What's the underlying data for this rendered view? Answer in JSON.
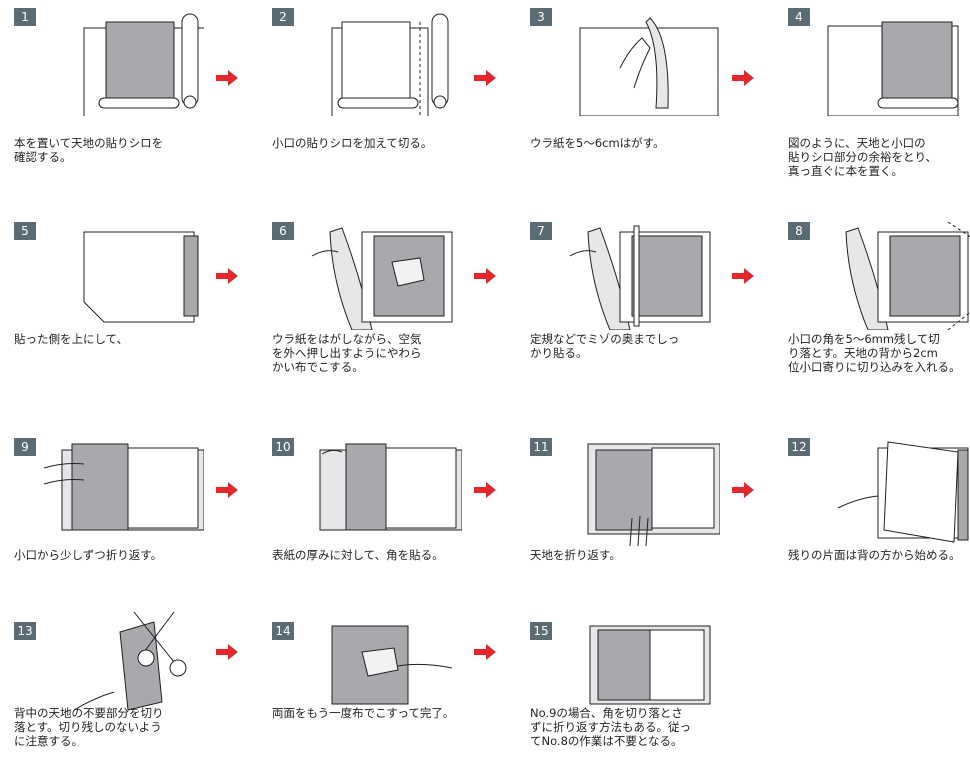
{
  "steps": [
    {
      "num": "1",
      "caption": "本を置いて天地の貼りシロを\n確認する。"
    },
    {
      "num": "2",
      "caption": "小口の貼りシロを加えて切る。"
    },
    {
      "num": "3",
      "caption": "ウラ紙を5〜6cmはがす。"
    },
    {
      "num": "4",
      "caption": "図のように、天地と小口の\n貼りシロ部分の余裕をとり、\n真っ直ぐに本を置く。"
    },
    {
      "num": "5",
      "caption": "貼った側を上にして、"
    },
    {
      "num": "6",
      "caption": "ウラ紙をはがしながら、空気\nを外へ押し出すようにやわら\nかい布でこする。"
    },
    {
      "num": "7",
      "caption": "定規などでミゾの奥までしっ\nかり貼る。"
    },
    {
      "num": "8",
      "caption": "小口の角を5〜6mm残して切\nり落とす。天地の背から2cm\n位小口寄りに切り込みを入れる。"
    },
    {
      "num": "9",
      "caption": "小口から少しずつ折り返す。"
    },
    {
      "num": "10",
      "caption": "表紙の厚みに対して、角を貼る。"
    },
    {
      "num": "11",
      "caption": "天地を折り返す。"
    },
    {
      "num": "12",
      "caption": "残りの片面は背の方から始める。"
    },
    {
      "num": "13",
      "caption": "背中の天地の不要部分を切り\n落とす。切り残しのないよう\nに注意する。"
    },
    {
      "num": "14",
      "caption": "両面をもう一度布でこすって完了。"
    },
    {
      "num": "15",
      "caption": "No.9の場合、角を切り落とさ\nずに折り返す方法もある。従っ\nてNo.8の作業は不要となる。"
    }
  ],
  "colors": {
    "badge": "#5a6b73",
    "arrow": "#e5262b",
    "book_gray": "#a7a9ac",
    "paper": "#f2f2f2",
    "line": "#231f20"
  }
}
